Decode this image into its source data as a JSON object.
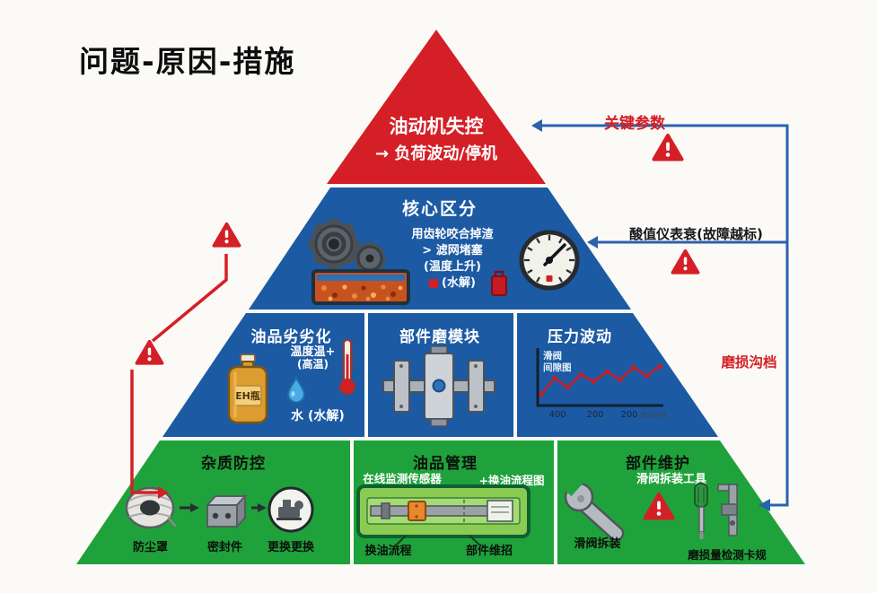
{
  "title": "问题-原因-措施",
  "colors": {
    "red": "#d41f26",
    "blue": "#1c5aa4",
    "green": "#1fa23b",
    "background": "#fbfaf6"
  },
  "pyramid": {
    "top": {
      "line1": "油动机失控",
      "line2": "→ 负荷波动/停机"
    },
    "core": {
      "title": "核心区分",
      "line1": "用齿轮咬合掉渣",
      "line2": "> 滤网堵塞",
      "line3": "(温度上升)",
      "line4": "(水解)"
    },
    "middle": {
      "oil_degradation": {
        "title": "油品劣劣化",
        "temp": "温度温+",
        "temp_sub": "(高温)",
        "bottle": "EH瓶",
        "water": "水 (水解)"
      },
      "part_wear": {
        "title": "部件磨模块"
      },
      "pressure": {
        "title": "压力波动"
      }
    },
    "bottom": {
      "impurity": {
        "title": "杂质防控",
        "labels": [
          "防尘罩",
          "密封件",
          "更换更换"
        ]
      },
      "oil_mgmt": {
        "title": "油品管理",
        "sensor": "在线监测传感器",
        "flow": "+换油流程图",
        "label_left": "换油流程",
        "label_right": "部件维招"
      },
      "maintenance": {
        "title": "部件维护",
        "tools": "滑阀拆装工具",
        "label_left": "滑阀拆装",
        "label_right": "磨损量检测卡规"
      }
    }
  },
  "callouts": {
    "key_params": "关键参数",
    "acid_meter": "酸值仪表衰(故障越标)",
    "wear_groove": "磨损沟档"
  },
  "chart_data": {
    "type": "line",
    "title_line1": "滑阀",
    "title_line2": "间隙图",
    "x_ticks": [
      "400",
      "200",
      "200"
    ],
    "x_note": "磨损趋势",
    "values": [
      20,
      55,
      35,
      62,
      48,
      68,
      52,
      78,
      60,
      80
    ],
    "ylim": [
      0,
      100
    ],
    "line_color": "#c81e25"
  }
}
